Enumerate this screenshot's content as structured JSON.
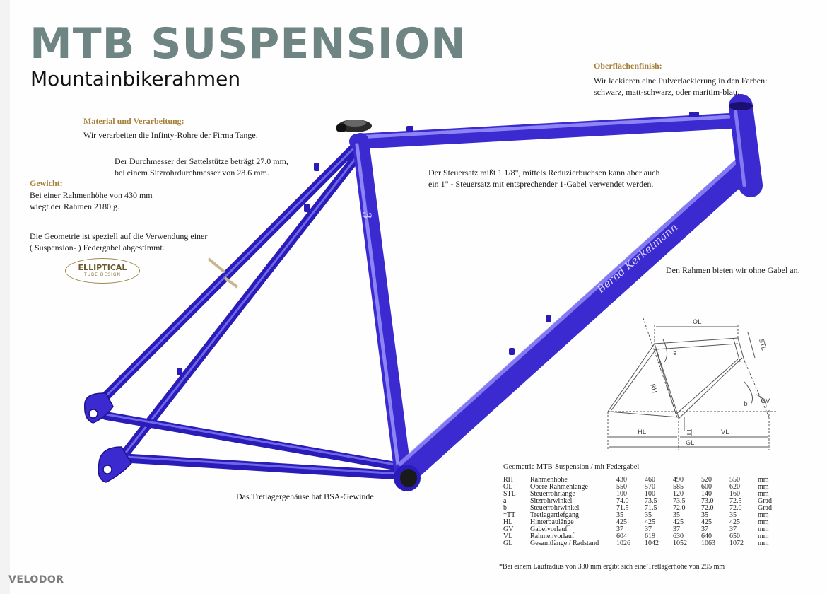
{
  "header": {
    "title": "MTB SUSPENSION",
    "subtitle": "Mountainbikerahmen"
  },
  "sections": {
    "material_heading": "Material und Verarbeitung:",
    "material_text": "Wir verarbeiten die Infinty-Rohre der Firma Tange.",
    "seatpost_line1": "Der Durchmesser der Sattelstütze beträgt 27.0 mm,",
    "seatpost_line2": "bei einem Sitzrohrdurchmesser von 28.6 mm.",
    "weight_heading": "Gewicht:",
    "weight_line1": "Bei einer Rahmenhöhe von 430 mm",
    "weight_line2": "wiegt der Rahmen 2180 g.",
    "geometry_line1": "Die Geometrie ist speziell auf die Verwendung einer",
    "geometry_line2": "( Suspension- ) Federgabel abgestimmt.",
    "finish_heading": "Oberflächenfinish:",
    "finish_line1": "Wir lackieren eine Pulverlackierung in den Farben:",
    "finish_line2": "schwarz, matt-schwarz, oder maritim-blau.",
    "headset_line1": "Der Steuersatz mißt  1 1/8\", mittels Reduzierbuchsen kann aber auch",
    "headset_line2": "ein 1\" - Steuersatz mit entsprechender 1-Gabel verwendet werden.",
    "nofork": "Den Rahmen bieten wir ohne Gabel an.",
    "bottom_bracket": "Das Tretlagergehäuse hat BSA-Gewinde."
  },
  "logo": {
    "line1": "ELLIPTICAL",
    "line2": "TUBE DESIGN"
  },
  "frame": {
    "color": "#3a2ad0",
    "highlight": "#8f86ff",
    "dark": "#1d128a",
    "signature": "Bernd Kerkelmann"
  },
  "diagram": {
    "labels": {
      "ol": "OL",
      "stl": "STL",
      "rh": "RH",
      "a": "a",
      "b": "b",
      "gv": "GV",
      "tt": "TT",
      "hl": "HL",
      "vl": "VL",
      "gl": "GL"
    }
  },
  "geometry": {
    "title": "Geometrie MTB-Suspension / mit Federgabel",
    "rows": [
      {
        "abbr": "RH",
        "name": "Rahmenhöhe",
        "values": [
          "430",
          "460",
          "490",
          "520",
          "550"
        ],
        "unit": "mm"
      },
      {
        "abbr": "OL",
        "name": "Obere Rahmenlänge",
        "values": [
          "550",
          "570",
          "585",
          "600",
          "620"
        ],
        "unit": "mm"
      },
      {
        "abbr": "STL",
        "name": "Steuerrohrlänge",
        "values": [
          "100",
          "100",
          "120",
          "140",
          "160"
        ],
        "unit": "mm"
      },
      {
        "abbr": "a",
        "name": "Sitzrohrwinkel",
        "values": [
          "74.0",
          "73.5",
          "73.5",
          "73.0",
          "72.5"
        ],
        "unit": "Grad"
      },
      {
        "abbr": "b",
        "name": "Steuerrohrwinkel",
        "values": [
          "71.5",
          "71.5",
          "72.0",
          "72.0",
          "72.0"
        ],
        "unit": "Grad"
      },
      {
        "abbr": "*TT",
        "name": "Tretlagertiefgang",
        "values": [
          "35",
          "35",
          "35",
          "35",
          "35"
        ],
        "unit": "mm"
      },
      {
        "abbr": "HL",
        "name": "Hinterbaulänge",
        "values": [
          "425",
          "425",
          "425",
          "425",
          "425"
        ],
        "unit": "mm"
      },
      {
        "abbr": "GV",
        "name": "Gabelvorlauf",
        "values": [
          "37",
          "37",
          "37",
          "37",
          "37"
        ],
        "unit": "mm"
      },
      {
        "abbr": "VL",
        "name": "Rahmenvorlauf",
        "values": [
          "604",
          "619",
          "630",
          "640",
          "650"
        ],
        "unit": "mm"
      },
      {
        "abbr": "GL",
        "name": "Gesamtlänge / Radstand",
        "values": [
          "1026",
          "1042",
          "1052",
          "1063",
          "1072"
        ],
        "unit": "mm"
      }
    ],
    "footnote": "*Bei einem Laufradius von 330 mm ergibt sich eine Tretlagerhöhe von 295 mm"
  },
  "footer": {
    "brand": "VELODOR"
  }
}
